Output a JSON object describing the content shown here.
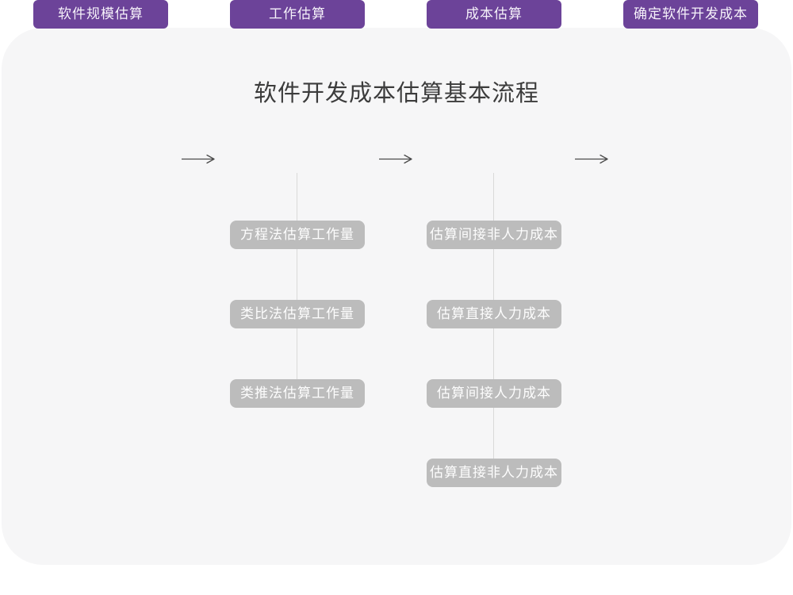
{
  "title": "软件开发成本估算基本流程",
  "colors": {
    "page_bg": "#ffffff",
    "card_bg": "#f6f6f7",
    "stage_fill": "#6c4399",
    "stage_text": "#f6f2fa",
    "sub_fill": "#bcbcbc",
    "sub_text": "#fdfdfd",
    "arrow": "#4a4a4a",
    "connector": "#d9d9d9",
    "title_text": "#3c3c3c"
  },
  "flow": {
    "stages": [
      {
        "label": "软件规模估算",
        "children": []
      },
      {
        "label": "工作估算",
        "children": [
          "方程法估算工作量",
          "类比法估算工作量",
          "类推法估算工作量"
        ]
      },
      {
        "label": "成本估算",
        "children": [
          "估算间接非人力成本",
          "估算直接人力成本",
          "估算间接人力成本",
          "估算直接非人力成本"
        ]
      },
      {
        "label": "确定软件开发成本",
        "children": []
      }
    ]
  }
}
